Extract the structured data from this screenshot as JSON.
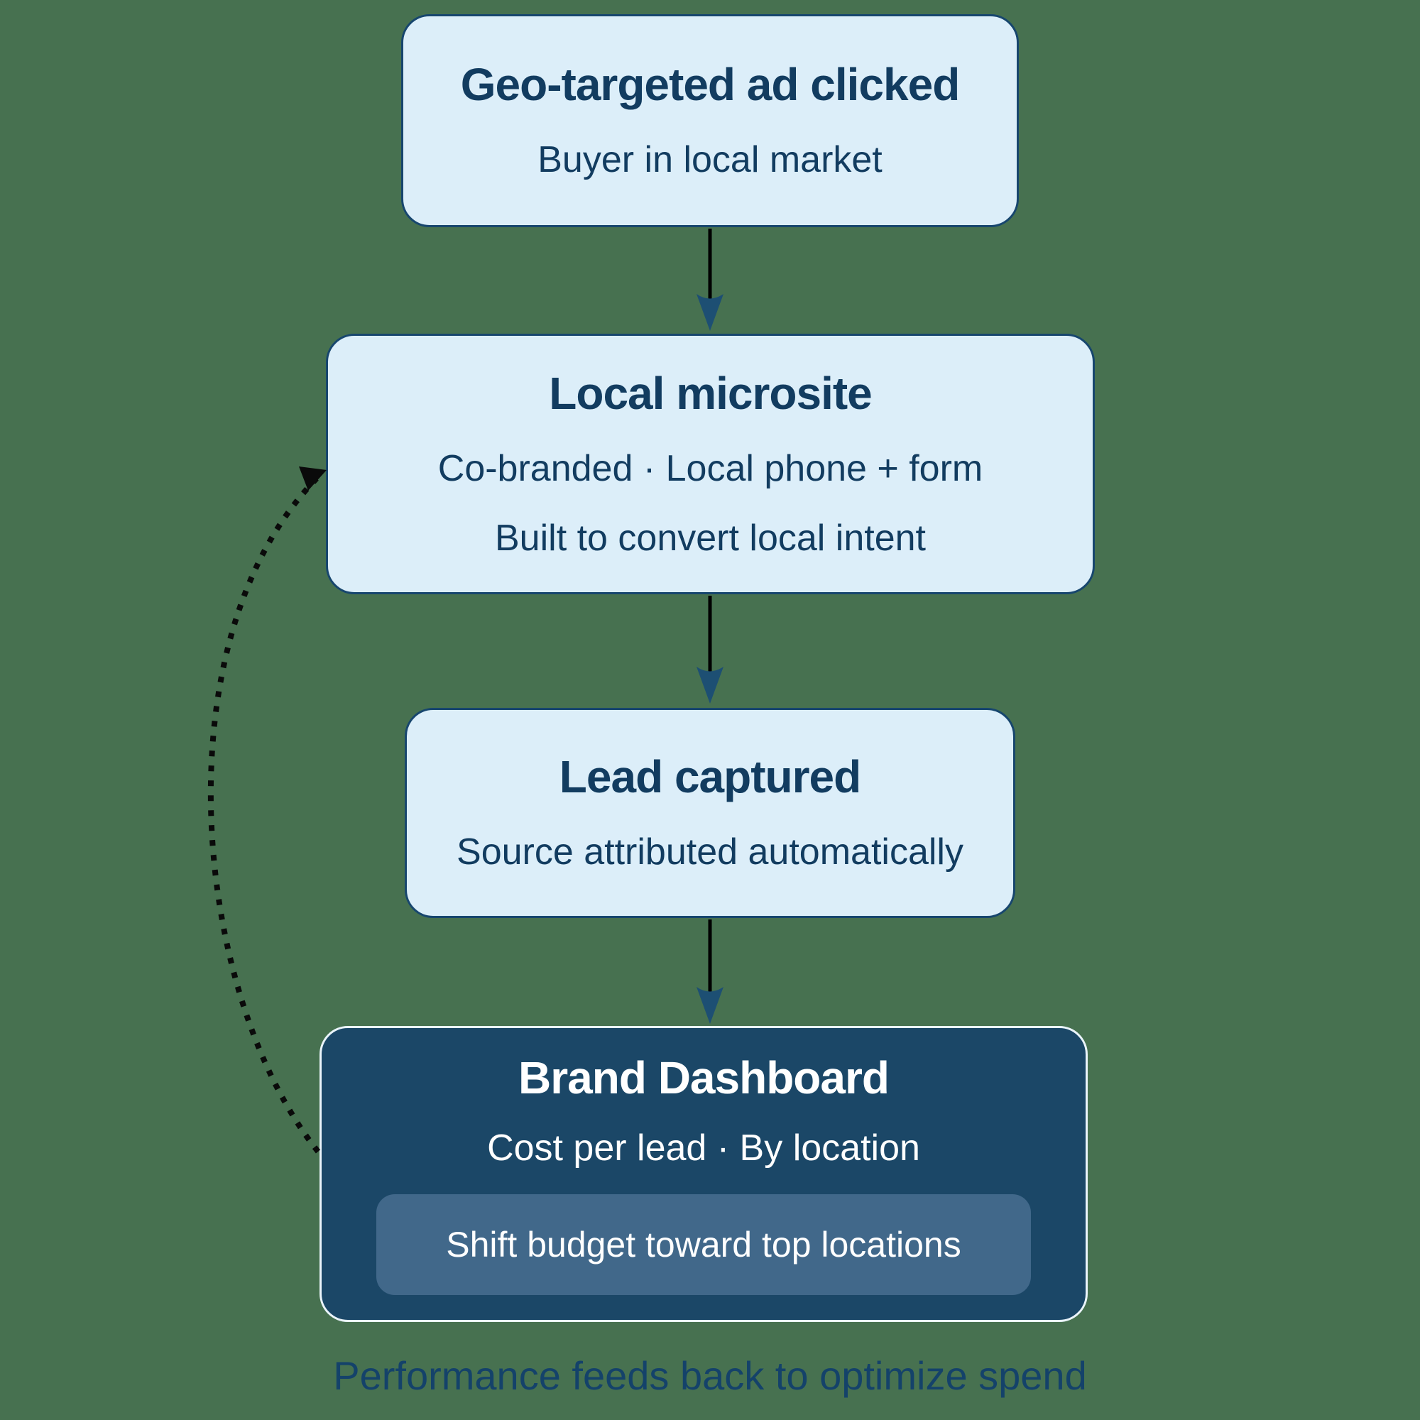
{
  "theme": {
    "background": "#477150",
    "box_fill": "#DCEEF9",
    "box_border": "#17466E",
    "box_text": "#123C60",
    "dark_box_fill": "#1B4767",
    "dark_box_border": "#EAF4FA",
    "dark_box_text": "#FFFFFF",
    "pill_fill": "#41688A",
    "arrow_line": "#000000",
    "arrowhead": "#1D4F73",
    "caption_color": "#14426A"
  },
  "flowchart": {
    "nodes": [
      {
        "id": "geo-ad",
        "title": "Geo-targeted ad clicked",
        "lines": [
          "Buyer in local market"
        ],
        "variant": "light"
      },
      {
        "id": "local-microsite",
        "title": "Local microsite",
        "lines": [
          "Co-branded · Local phone + form",
          "Built to convert local intent"
        ],
        "variant": "light"
      },
      {
        "id": "lead-captured",
        "title": "Lead captured",
        "lines": [
          "Source attributed automatically"
        ],
        "variant": "light"
      },
      {
        "id": "brand-dashboard",
        "title": "Brand Dashboard",
        "lines": [
          "Cost per lead · By location"
        ],
        "badge": "Shift budget toward top locations",
        "variant": "dark"
      }
    ],
    "edges": [
      {
        "from": "geo-ad",
        "to": "local-microsite",
        "style": "solid"
      },
      {
        "from": "local-microsite",
        "to": "lead-captured",
        "style": "solid"
      },
      {
        "from": "lead-captured",
        "to": "brand-dashboard",
        "style": "solid"
      },
      {
        "from": "brand-dashboard",
        "to": "local-microsite",
        "style": "dotted"
      }
    ],
    "caption": "Performance feeds back to optimize spend"
  }
}
